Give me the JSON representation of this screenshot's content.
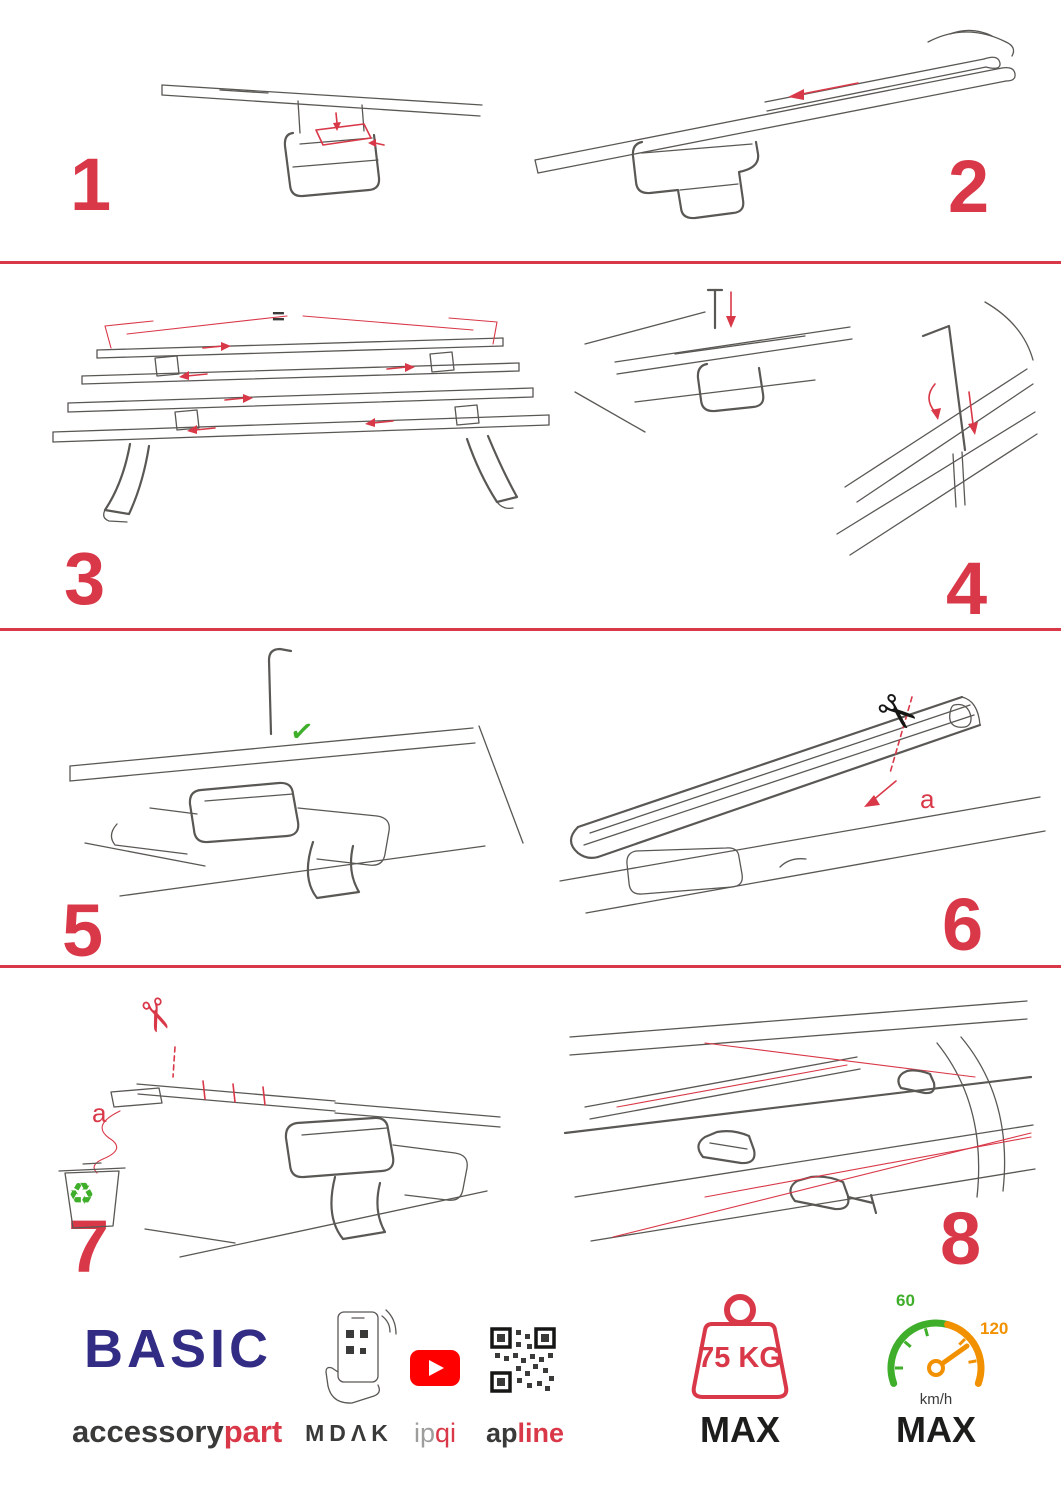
{
  "colors": {
    "accent": "#d93848",
    "ink": "#3a3a39",
    "line": "#5a5854",
    "blue": "#322c85",
    "green": "#3fae2a",
    "orange": "#f29100",
    "youtube": "#ff0000",
    "muted": "#9d9d9c",
    "dark": "#1d1d1b"
  },
  "steps": [
    {
      "num": "1"
    },
    {
      "num": "2"
    },
    {
      "num": "3"
    },
    {
      "num": "4"
    },
    {
      "num": "5"
    },
    {
      "num": "6"
    },
    {
      "num": "7"
    },
    {
      "num": "8"
    }
  ],
  "annotations": {
    "equals": "=",
    "step6_label": "a",
    "step7_label": "a"
  },
  "icons": {
    "scissors": "✂",
    "check": "✓",
    "recycle": "♻"
  },
  "footer": {
    "brand": "BASIC",
    "series_name_1": "accessory",
    "series_name_2": "part",
    "mdak_label": "MDΛK",
    "ipqi_label_1": "ip",
    "ipqi_label_2": "qi",
    "apline_label_1": "ap",
    "apline_label_2": "line",
    "weight_value": "75 KG",
    "weight_max_label": "MAX",
    "speed_60": "60",
    "speed_120": "120",
    "speed_unit": "km/h",
    "speed_max_label": "MAX"
  }
}
